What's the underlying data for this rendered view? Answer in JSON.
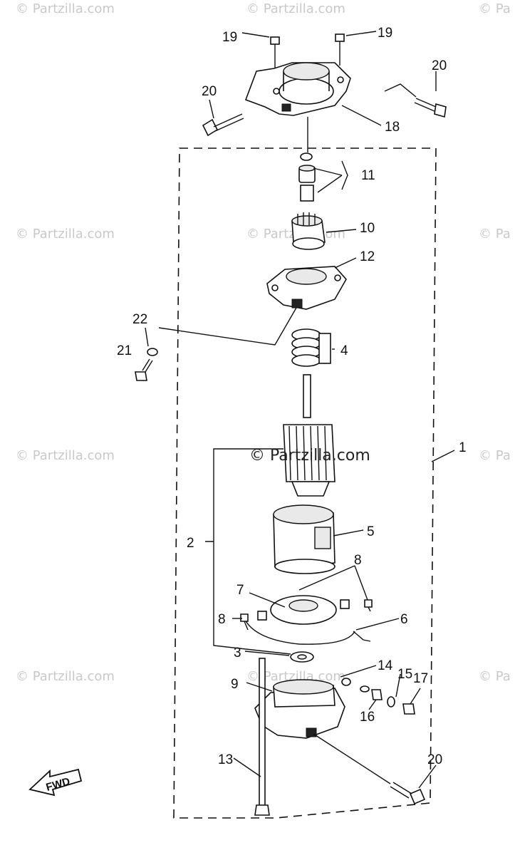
{
  "watermarks": {
    "corner": "© Partzilla.com",
    "corner_clipped": "© Pa",
    "center": "© Partzilla.com"
  },
  "callouts": {
    "c1": "1",
    "c2": "2",
    "c3": "3",
    "c4": "4",
    "c5": "5",
    "c6": "6",
    "c7": "7",
    "c8": "8",
    "c9": "9",
    "c10": "10",
    "c11": "11",
    "c12": "12",
    "c13": "13",
    "c14": "14",
    "c15": "15",
    "c16": "16",
    "c17": "17",
    "c18": "18",
    "c19": "19",
    "c20": "20",
    "c21": "21",
    "c22": "22"
  },
  "fwd_label": "FWD"
}
